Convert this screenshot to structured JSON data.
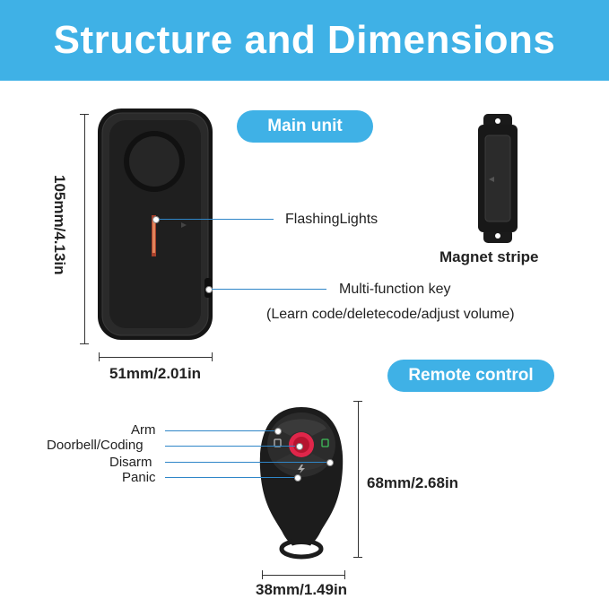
{
  "header": {
    "title": "Structure and Dimensions"
  },
  "main_unit": {
    "pill_label": "Main unit",
    "height_dim": "105mm/4.13in",
    "width_dim": "51mm/2.01in",
    "callouts": {
      "lights": "FlashingLights",
      "key": "Multi-function key",
      "key_detail": "(Learn code/deletecode/adjust volume)"
    }
  },
  "magnet": {
    "label": "Magnet stripe"
  },
  "remote": {
    "pill_label": "Remote control",
    "height_dim": "68mm/2.68in",
    "width_dim": "38mm/1.49in",
    "buttons": [
      "Arm",
      "Doorbell/Coding",
      "Disarm",
      "Panic"
    ]
  },
  "colors": {
    "accent": "#3fb1e6",
    "device": "#1e1e1e",
    "indicator": "#e0264a"
  }
}
